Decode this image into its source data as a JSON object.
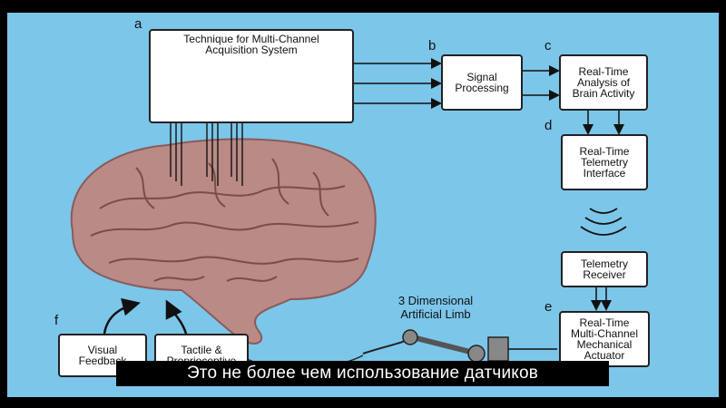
{
  "labels": {
    "a": "a",
    "b": "b",
    "c": "c",
    "d": "d",
    "e": "e",
    "f": "f"
  },
  "boxes": {
    "acquisition_title": "Technique for Multi-Channel\nAcquisition System",
    "signal_processing": "Signal\nProcessing",
    "realtime_analysis": "Real-Time\nAnalysis of\nBrain Activity",
    "telemetry_interface": "Real-Time\nTelemetry\nInterface",
    "telemetry_receiver": "Telemetry\nReceiver",
    "actuator": "Real-Time\nMulti-Channel\nMechanical\nActuator",
    "visual_feedback": "Visual\nFeedback",
    "tactile_feedback": "Tactile &\nProprioceptive"
  },
  "limb_label": "3 Dimensional\nArtificial Limb",
  "subtitle": "Это не более чем использование датчиков",
  "colors": {
    "background": "#7cc6ea",
    "brain": "#b98a86",
    "subtitle_bg": "#000000"
  }
}
